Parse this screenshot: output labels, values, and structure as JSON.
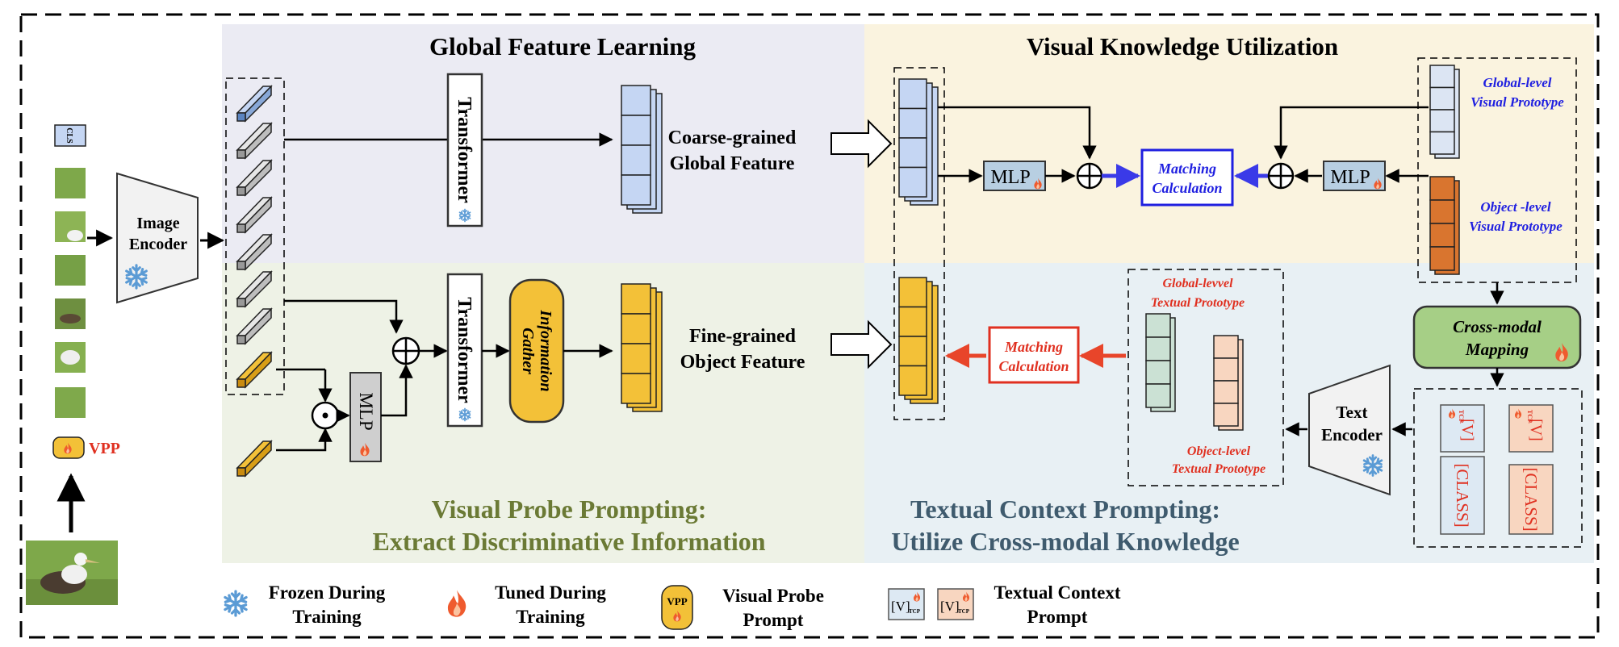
{
  "regions": {
    "global_title": "Global Feature Learning",
    "visual_title": "Visual Knowledge Utilization",
    "vpp_title": [
      "Visual Probe Prompting:",
      "Extract Discriminative Information"
    ],
    "tcp_title": [
      "Textual Context Prompting:",
      "Utilize Cross-modal Knowledge"
    ]
  },
  "left": {
    "cls_label": "CLS",
    "image_encoder": [
      "Image",
      "Encoder"
    ],
    "vpp_label": "VPP"
  },
  "blocks": {
    "transformer": "Transformer",
    "mlp": "MLP",
    "info_gather": [
      "Information",
      "Gather"
    ],
    "coarse_feature": [
      "Coarse-grained",
      "Global Feature"
    ],
    "fine_feature": [
      "Fine-grained",
      "Object Feature"
    ],
    "matching": [
      "Matching",
      "Calculation"
    ],
    "global_visual_proto": [
      "Global-level",
      "Visual Prototype"
    ],
    "object_visual_proto": [
      "Object -level",
      "Visual Prototype"
    ],
    "cross_modal": [
      "Cross-modal",
      "Mapping"
    ],
    "text_encoder": [
      "Text",
      "Encoder"
    ],
    "global_text_proto": [
      "Global-levvel",
      "Textual Prototype"
    ],
    "object_text_proto": [
      "Object-level",
      "Textual Prototype"
    ],
    "v_token": "[V]",
    "tcp_sub": "TCP",
    "class_token": "[CLASS]"
  },
  "legend": {
    "frozen": [
      "Frozen During",
      "Training"
    ],
    "tuned": [
      "Tuned During",
      "Training"
    ],
    "vpp_badge": "VPP",
    "vpp": [
      "Visual Probe",
      "Prompt"
    ],
    "tcp": [
      "Textual Context",
      "Prompt"
    ]
  },
  "colors": {
    "global_bg": "#ebebf3",
    "visual_bg": "#faf3df",
    "vpp_bg": "#eef2e6",
    "tcp_bg": "#e8f0f4",
    "blue_token": "#c5d6f3",
    "orange_token": "#f3c138",
    "green_token": "#cbe1d4",
    "peach_token": "#f8d6c0",
    "dark_orange": "#d9752f",
    "mlp_fill": "#b8cfe2",
    "cross_modal_fill": "#a6cf86",
    "match_blue": "#1f1fe0",
    "match_red": "#e03020",
    "vpp_title_color": "#6b7a35",
    "tcp_title_color": "#3f5b6e"
  }
}
